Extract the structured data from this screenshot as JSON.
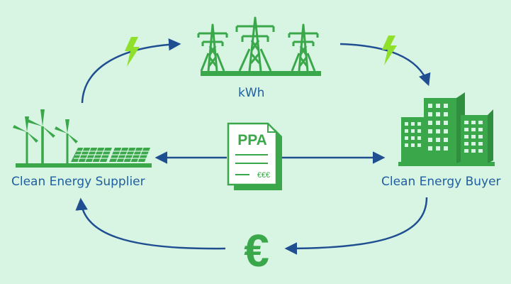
{
  "nodes": {
    "supplier": {
      "label": "Clean Energy Supplier"
    },
    "buyer": {
      "label": "Clean Energy Buyer"
    },
    "grid": {
      "label": "kWh"
    },
    "contract": {
      "title": "PPA",
      "currency": "€€€"
    },
    "payment": {
      "symbol": "€"
    }
  },
  "colors": {
    "background": "#d8f4e3",
    "green": "#3aa84a",
    "lightning": "#8ee02a",
    "arrow": "#1f4f91",
    "text": "#1f5fa0"
  },
  "icons": [
    "wind-turbine-icon",
    "solar-panel-icon",
    "transmission-tower-icon",
    "lightning-icon",
    "building-icon",
    "document-icon",
    "euro-icon"
  ]
}
